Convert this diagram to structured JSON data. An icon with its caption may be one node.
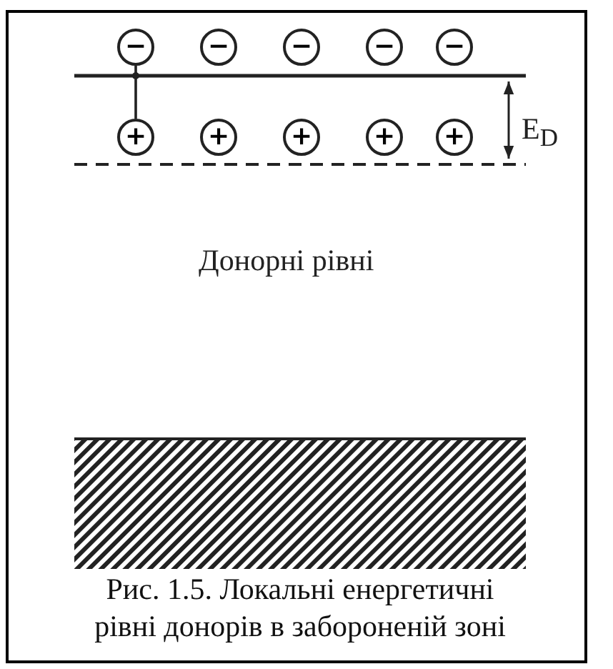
{
  "diagram": {
    "caption": "Рис. 1.5. Локальні енергетичні рівні донорів в забороненій зоні",
    "nodes": [
      {
        "text": [
          "−"
        ]
      },
      {
        "text": [
          "−"
        ]
      },
      {
        "text": [
          "−"
        ]
      },
      {
        "text": [
          "−"
        ]
      },
      {
        "text": [
          "−"
        ]
      },
      {
        "text": [
          "+"
        ]
      },
      {
        "text": [
          "+"
        ]
      },
      {
        "text": [
          "+"
        ]
      },
      {
        "text": [
          "+"
        ]
      },
      {
        "text": [
          "+"
        ]
      }
    ],
    "edges": [
      {
        "from": 0,
        "to": 5,
        "arrow": "none"
      }
    ],
    "labels": [
      "E$_{D}$",
      "Донорні рівні"
    ]
  }
}
